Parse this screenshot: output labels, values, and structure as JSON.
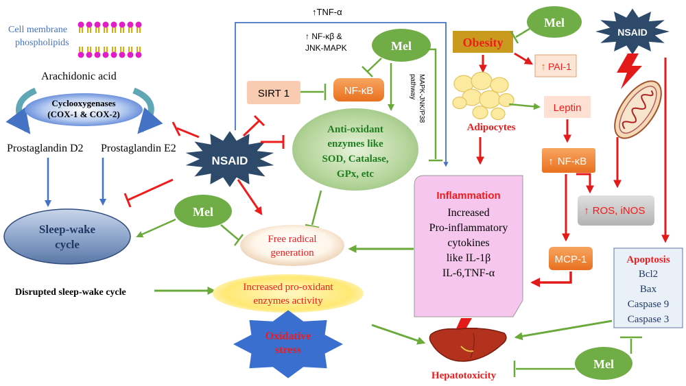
{
  "labels": {
    "cell_membrane_line1": "Cell membrane",
    "cell_membrane_line2": "phospholipids",
    "arachidonic_acid": "Arachidonic acid",
    "cox_line1": "Cyclooxygenases",
    "cox_line2": "(COX-1 & COX-2)",
    "pgd2": "Prostaglandin D2",
    "pge2": "Prostaglandin E2",
    "nsaid": "NSAID",
    "mel": "Mel",
    "sleep_line1": "Sleep-wake",
    "sleep_line2": "cycle",
    "disrupted_sleep": "Disrupted  sleep-wake cycle",
    "free_radical_line1": "Free radical",
    "free_radical_line2": "generation",
    "pro_oxidant_line1": "Increased pro-oxidant",
    "pro_oxidant_line2": "enzymes activity",
    "oxidative_line1": "Oxidative",
    "oxidative_line2": "stress",
    "tnf_top": "↑TNF-α",
    "nfkb_jnk_line1": "↑ NF-κβ &",
    "nfkb_jnk_line2": "JNK-MAPK",
    "sirt1": "SIRT 1",
    "nfkb": "NF-κB",
    "mapk_line1": "MAPK-JNK/P38",
    "mapk_line2": "pathway",
    "antiox_line1": "Anti-oxidant",
    "antiox_line2": "enzymes  like",
    "antiox_line3": "SOD, Catalase,",
    "antiox_line4": "GPx, etc",
    "obesity": "Obesity",
    "pai1_arrow": "↑",
    "pai1": "PAI-1",
    "adipocytes": "Adipocytes",
    "leptin": "Leptin",
    "nfkb2_arrow": "↑",
    "nfkb2": "NF-κB",
    "ros_arrow": "↑",
    "ros": "ROS, iNOS",
    "mcp1": "MCP-1",
    "inflammation_title": "Inflammation",
    "inflammation_line1": "Increased",
    "inflammation_line2": "Pro-inflammatory",
    "inflammation_line3": "cytokines",
    "inflammation_line4": "like IL-1β",
    "inflammation_line5": "IL-6,TNF-α",
    "apoptosis_title": "Apoptosis",
    "apoptosis_line1": "Bcl2",
    "apoptosis_line2": "Bax",
    "apoptosis_line3": "Caspase 9",
    "apoptosis_line4": "Caspase 3",
    "hepatotoxicity": "Hepatotoxicity"
  },
  "colors": {
    "red": "#ee1c1c",
    "green": "#6aaa3a",
    "blue": "#4472c4",
    "mel_fill": "#70ad47",
    "nsaid_fill": "#2e4a6b",
    "nfkb_fill": "#f28b3c",
    "sirt_fill": "#f9cbb0",
    "inflam_fill": "#f6c6ee",
    "apop_fill": "#eaf0f8",
    "obesity_fill": "#c99a1e",
    "dark_red": "#c00000"
  }
}
